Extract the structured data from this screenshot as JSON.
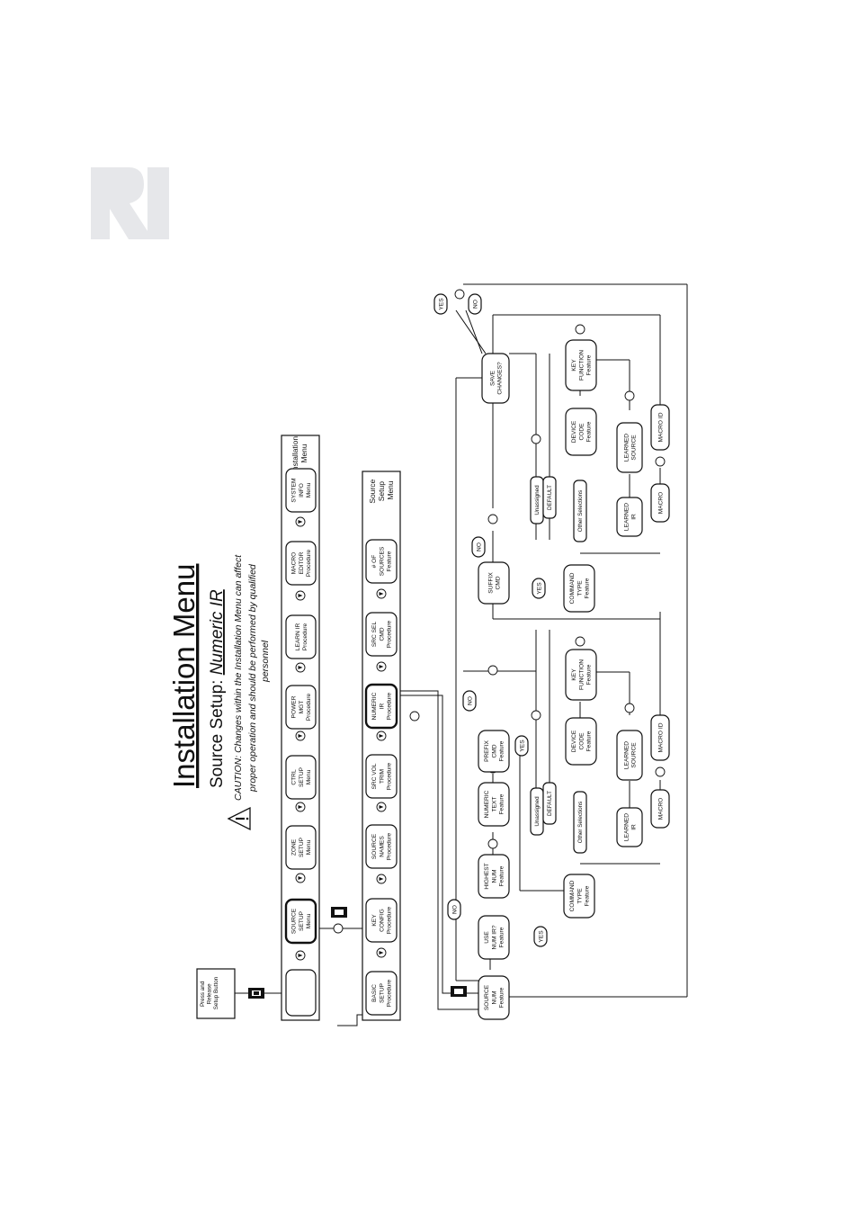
{
  "title": "Installation Menu",
  "subtitle_prefix": "Source Setup: ",
  "subtitle_emph": "Numeric IR",
  "caution": [
    "CAUTION: Changes within the Installation Menu can affect",
    "proper operation and should be performed by qualified",
    "personnel"
  ],
  "press_release": [
    "Press and",
    "Release",
    "Setup Button"
  ],
  "installation_menu_label": [
    "Installation",
    "Menu"
  ],
  "source_setup_menu_label": [
    "Source",
    "Setup",
    "Menu"
  ],
  "installation_items": [
    [
      "SOURCE",
      "SETUP",
      "Menu"
    ],
    [
      "ZONE",
      "SETUP",
      "Menu"
    ],
    [
      "CTRL",
      "SETUP",
      "Menu"
    ],
    [
      "POWER",
      "MGT",
      "Procedure"
    ],
    [
      "LEARN IR",
      "Procedure"
    ],
    [
      "MACRO",
      "EDITOR",
      "Procedure"
    ],
    [
      "SYSTEM",
      "INFO",
      "Menu"
    ]
  ],
  "source_items": [
    [
      "BASIC",
      "SETUP",
      "Procedure"
    ],
    [
      "KEY",
      "CONFIG",
      "Procedure"
    ],
    [
      "SOURCE",
      "NAMES",
      "Procedure"
    ],
    [
      "SRC VOL",
      "TRIM",
      "Procedure"
    ],
    [
      "NUMERIC",
      "IR",
      "Procedure"
    ],
    [
      "SRC SEL",
      "CMD",
      "Procedure"
    ],
    [
      "# OF",
      "SOURCES",
      "Feature"
    ]
  ],
  "flow": {
    "source_num": [
      "SOURCE",
      "NUM",
      "Feature"
    ],
    "use_num_ir": [
      "USE",
      "NUM IR?",
      "Feature"
    ],
    "highest_num": [
      "HIGHEST",
      "NUM",
      "Feature"
    ],
    "numeric_text": [
      "NUMERIC",
      "TEXT",
      "Feature"
    ],
    "prefix_cmd": [
      "PREFIX",
      "CMD",
      "Feature"
    ],
    "suffix_cmd": [
      "SUFFIX",
      "CMD"
    ],
    "save_changes": [
      "SAVE",
      "CHANGES?"
    ],
    "command_type": [
      "COMMAND",
      "TYPE",
      "Feature"
    ],
    "device_code": [
      "DEVICE",
      "CODE",
      "Feature"
    ],
    "key_function": [
      "KEY",
      "FUNCTION",
      "Feature"
    ],
    "learned_ir": [
      "LEARNED",
      "IR"
    ],
    "learned_source": [
      "LEARNED",
      "SOURCE"
    ],
    "unassigned": "Unassigned",
    "default": "DEFAULT",
    "other_selections": "Other Selections",
    "macro": "MACRO",
    "macro_id": "MACRO ID",
    "yes": "YES",
    "no": "NO"
  },
  "colors": {
    "ink": "#111111",
    "logo": "#e6e7ea"
  }
}
